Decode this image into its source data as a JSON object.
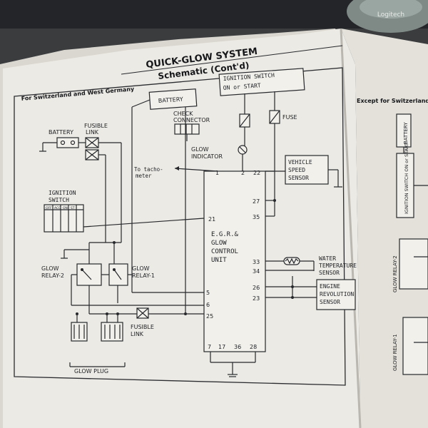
{
  "header": {
    "title": "QUICK-GLOW SYSTEM",
    "subtitle": "Schematic (Cont'd)"
  },
  "left_panel": {
    "caption": "For Switzerland and West Germany",
    "battery_main": "BATTERY",
    "battery_small": "BATTERY",
    "fusible_link_top": [
      "FUSIBLE",
      "LINK"
    ],
    "check_connector": [
      "CHECK",
      "CONNECTOR"
    ],
    "ignition_switch_box": [
      "IGNITION SWITCH",
      "ON or START"
    ],
    "fuse": "FUSE",
    "glow_indicator": [
      "GLOW",
      "INDICATOR"
    ],
    "tacho": [
      "To tacho-",
      "meter"
    ],
    "vehicle_speed_sensor": [
      "VEHICLE",
      "SPEED",
      "SENSOR"
    ],
    "ignition_switch_table": [
      "IGNITION",
      "SWITCH"
    ],
    "switch_positions": [
      "OFF",
      "ACC",
      "ON",
      "ST"
    ],
    "control_unit": [
      "E.G.R.&",
      "GLOW",
      "CONTROL",
      "UNIT"
    ],
    "pins_top": [
      "1",
      "2",
      "22"
    ],
    "pins_right": [
      "27",
      "35",
      "33",
      "34",
      "26",
      "23"
    ],
    "pin_left": [
      "21",
      "5",
      "6",
      "25"
    ],
    "pins_bottom": [
      "7",
      "17",
      "36",
      "28"
    ],
    "water_temp_sensor": [
      "WATER",
      "TEMPERATURE",
      "SENSOR"
    ],
    "engine_rev_sensor": [
      "ENGINE",
      "REVOLUTION",
      "SENSOR"
    ],
    "glow_relay_2": [
      "GLOW",
      "RELAY-2"
    ],
    "glow_relay_1": [
      "GLOW",
      "RELAY-1"
    ],
    "fusible_link_bottom": [
      "FUSIBLE",
      "LINK"
    ],
    "glow_plug": "GLOW PLUG"
  },
  "right_panel": {
    "caption": "Except for Switzerland",
    "battery": "BATTERY",
    "ignition_switch": "IGNITION SWITCH ON or START",
    "glow_relay_2": "GLOW RELAY-2",
    "glow_relay_1": "GLOW RELAY-1"
  },
  "background": {
    "logo": "Logitech"
  }
}
